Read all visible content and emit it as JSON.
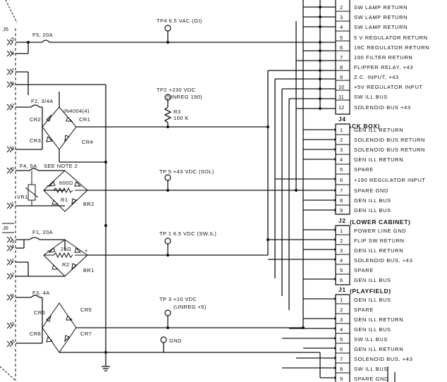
{
  "connectors": {
    "top": [
      {
        "num": "2",
        "label": "SW LAMP RETURN"
      },
      {
        "num": "3",
        "label": "SW LAMP RETURN"
      },
      {
        "num": "4",
        "label": "SW LAMP RETURN"
      },
      {
        "num": "5",
        "label": "5 V REGULATOR RETURN"
      },
      {
        "num": "6",
        "label": "19C REGULATOR RETURN"
      },
      {
        "num": "7",
        "label": "190 FILTER RETURN"
      },
      {
        "num": "8",
        "label": "FLIPPER RELAY, +43"
      },
      {
        "num": "9",
        "label": "Z.C. INPUT, +43"
      },
      {
        "num": "10",
        "label": "+5V REGULATOR INPUT"
      },
      {
        "num": "11",
        "label": "SW ILL BUS"
      },
      {
        "num": "12",
        "label": "SOLENOID BUS +43"
      }
    ],
    "j4": {
      "id": "J4",
      "title": "(BACK BOX)",
      "pins": [
        {
          "num": "1",
          "label": "GEN ILL RETURN"
        },
        {
          "num": "2",
          "label": "SOLENOID BUS RETURN"
        },
        {
          "num": "3",
          "label": "SOLENOID BUS RETURN"
        },
        {
          "num": "4",
          "label": "GEN ILL RETURN"
        },
        {
          "num": "5",
          "label": "SPARE"
        },
        {
          "num": "6",
          "label": "+190 REGULATOR INPUT"
        },
        {
          "num": "7",
          "label": "SPARE GND"
        },
        {
          "num": "8",
          "label": "GEN ILL BUS"
        },
        {
          "num": "9",
          "label": "GEN ILL BUS"
        }
      ]
    },
    "j2": {
      "id": "J2",
      "title": "(LOWER CABINET)",
      "pins": [
        {
          "num": "1",
          "label": "POWER LINE GND"
        },
        {
          "num": "2",
          "label": "FLIP SW RETURN"
        },
        {
          "num": "3",
          "label": "GEN ILL RETURN"
        },
        {
          "num": "4",
          "label": "SOLENOID BUS, +43"
        },
        {
          "num": "5",
          "label": "SPARE"
        },
        {
          "num": "6",
          "label": "GEN ILL BUS"
        }
      ]
    },
    "j1": {
      "id": "J1",
      "title": "(PLAYFIELD)",
      "pins": [
        {
          "num": "1",
          "label": "GEN ILL BUS"
        },
        {
          "num": "2",
          "label": "SPARE"
        },
        {
          "num": "3",
          "label": "GEN ILL RETURN"
        },
        {
          "num": "4",
          "label": "GEN ILL BUS"
        },
        {
          "num": "5",
          "label": "SW ILL BUS"
        },
        {
          "num": "6",
          "label": "GEN ILL RETURN"
        },
        {
          "num": "7",
          "label": "SOLENOID BUS, +43"
        },
        {
          "num": "8",
          "label": "SW ILL BUS"
        },
        {
          "num": "9",
          "label": "SPARE GND"
        }
      ]
    }
  },
  "left_connectors": {
    "j5": "J5",
    "j6": "J6",
    "pins_j5": [
      "5",
      "4",
      "7",
      "8",
      "2",
      "3",
      "6",
      "1"
    ],
    "pins_j6": [
      "3",
      "4",
      "1",
      "2",
      "5",
      "3",
      "6"
    ]
  },
  "test_points": {
    "tp4": "TP4 6.5 VAC (GI)",
    "tp2_line1": "TP2 +230 VDC",
    "tp2_line2": "(UNREG 190)",
    "tp5": "TP 5 +43 VDC (SOL)",
    "tp1": "TP 1 6.5 VDC (SW.IL)",
    "tp3_line1": "TP 3 +10 VDC",
    "tp3_line2": "(UNREG +5)",
    "gnd": "GND"
  },
  "components": {
    "f5": "F5, 20A",
    "f2": "F2, 3/4A",
    "diode": "IN4004(4)",
    "cr1": "CR1",
    "cr2": "CR2",
    "cr3": "CR3",
    "cr4": "CR4",
    "r3_name": "R3",
    "r3_value": "100 K",
    "f4": "F4, 5A",
    "see_note": "SEE NOTE 2",
    "r1_value": "600Ω",
    "r1_name": "R1",
    "br2": "BR2",
    "vr1": "VR1",
    "f1": "F1, 20A",
    "r2_value": "25Ω",
    "r2_name": "R2",
    "br1": "BR1",
    "f3": "F3, 4A",
    "cr5": "CR5",
    "cr6": "CR6",
    "cr7": "CR7",
    "cr8": "CR8",
    "minus": "−",
    "plus": "+"
  }
}
